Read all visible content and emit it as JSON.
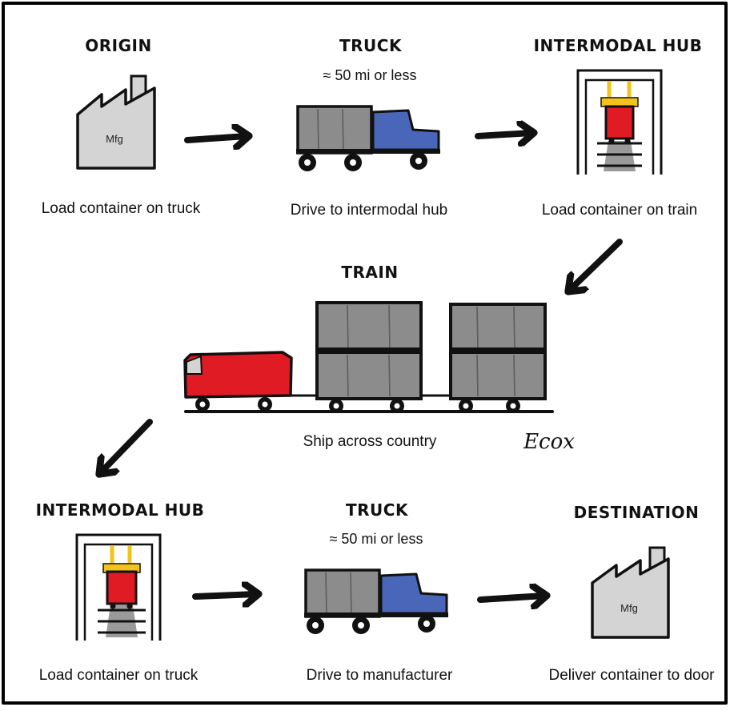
{
  "steps": {
    "origin": {
      "title": "ORIGIN",
      "caption": "Load container on truck",
      "building_label": "Mfg"
    },
    "truck_1": {
      "title": "TRUCK",
      "subtitle": "≈ 50 mi or less",
      "caption": "Drive to intermodal hub"
    },
    "hub_1": {
      "title": "INTERMODAL HUB",
      "caption": "Load container on train"
    },
    "train": {
      "title": "TRAIN",
      "caption": "Ship across country"
    },
    "hub_2": {
      "title": "INTERMODAL HUB",
      "caption": "Load container on truck"
    },
    "truck_2": {
      "title": "TRUCK",
      "subtitle": "≈ 50 mi or less",
      "caption": "Drive to manufacturer"
    },
    "destination": {
      "title": "DESTINATION",
      "caption": "Deliver container to door",
      "building_label": "Mfg"
    }
  },
  "signature": "Ecox",
  "colors": {
    "building": "#d4d4d4",
    "container": "#8c8c8c",
    "truck_cab": "#4a66b8",
    "train_car": "#e01b24",
    "crane": "#f2c31b",
    "outline": "#111111"
  }
}
